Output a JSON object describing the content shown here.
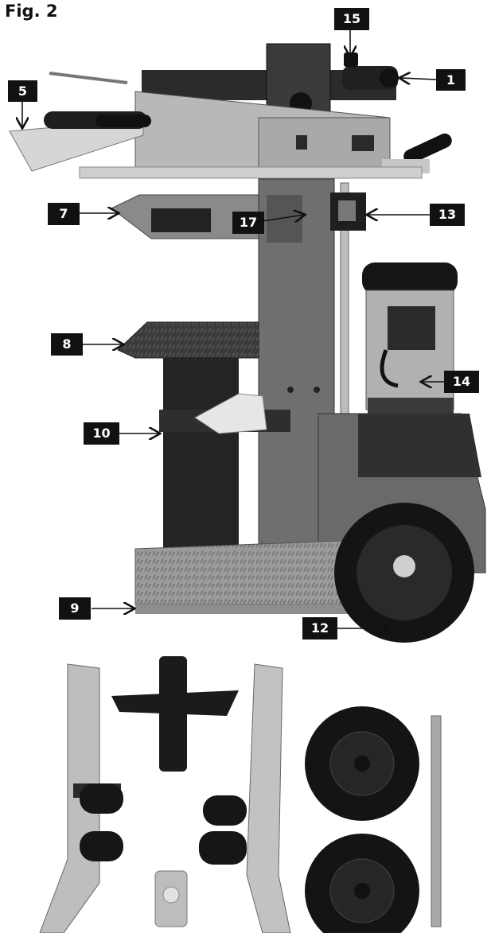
{
  "figure": {
    "title": "Fig. 2"
  },
  "callouts": [
    {
      "id": "1",
      "label": "1"
    },
    {
      "id": "5",
      "label": "5"
    },
    {
      "id": "7",
      "label": "7"
    },
    {
      "id": "8",
      "label": "8"
    },
    {
      "id": "9",
      "label": "9"
    },
    {
      "id": "10",
      "label": "10"
    },
    {
      "id": "12",
      "label": "12"
    },
    {
      "id": "13",
      "label": "13"
    },
    {
      "id": "14",
      "label": "14"
    },
    {
      "id": "15",
      "label": "15"
    },
    {
      "id": "17",
      "label": "17"
    }
  ]
}
